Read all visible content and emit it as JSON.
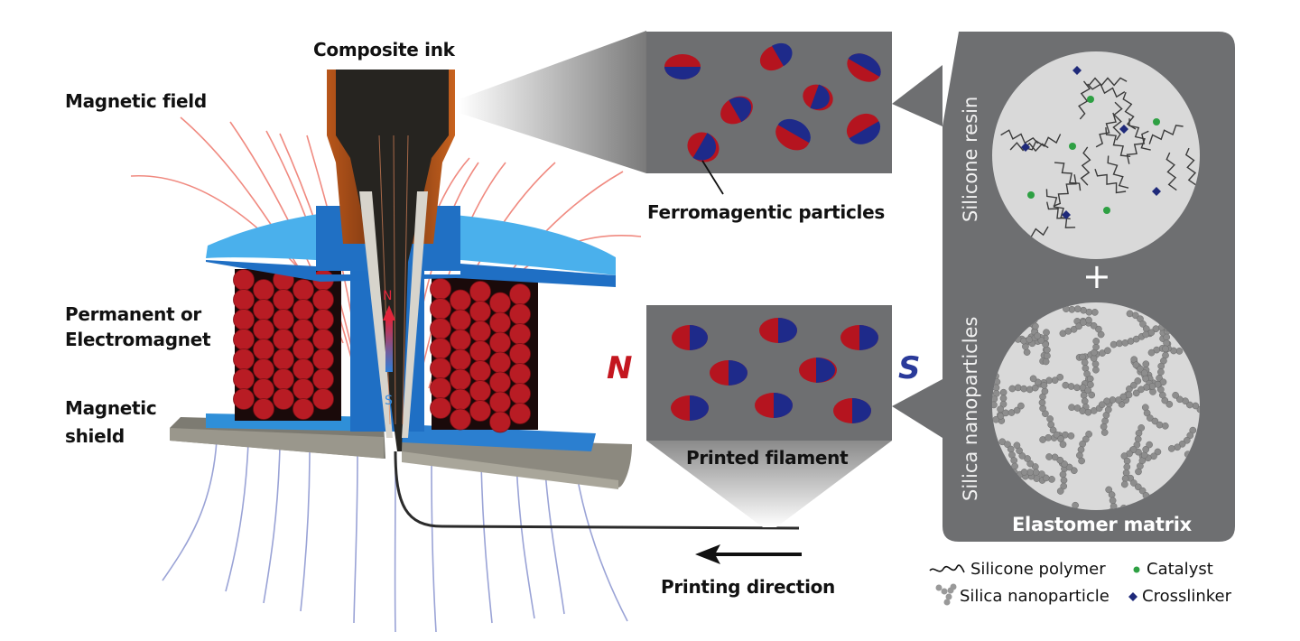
{
  "labels": {
    "composite_ink": "Composite ink",
    "magnetic_field": "Magnetic field",
    "magnet_line1": "Permanent or",
    "magnet_line2": "Electromagnet",
    "shield_line1": "Magnetic",
    "shield_line2": "shield",
    "ferro_particles": "Ferromagentic particles",
    "printed_filament": "Printed filament",
    "printing_direction": "Printing direction",
    "nozzle_pole_n": "N",
    "nozzle_pole_s": "S",
    "filament_pole_n": "N",
    "filament_pole_s": "S"
  },
  "matrix_panel": {
    "silicone_resin": "Silicone resin",
    "plus": "+",
    "silica_nanoparticles": "Silica nanoparticles",
    "elastomer_matrix": "Elastomer matrix"
  },
  "legend": [
    {
      "icon": "wavy-line-icon",
      "label": "Silicone polymer"
    },
    {
      "icon": "green-dot-icon",
      "label": "Catalyst"
    },
    {
      "icon": "nanoparticle-cluster-icon",
      "label": "Silica nanoparticle"
    },
    {
      "icon": "blue-diamond-icon",
      "label": "Crosslinker"
    }
  ],
  "colors": {
    "north": "#b5141f",
    "south": "#1e2a8a",
    "magnet_coil": "#b81c24",
    "shield_blue": "#2f8fd8",
    "panel_gray": "#6e6f71",
    "circle_fill": "#d9d9d9",
    "catalyst": "#2ea043",
    "crosslinker": "#1f2a7a",
    "field_top": "#f08a80",
    "field_bottom": "#9aa3d6"
  }
}
